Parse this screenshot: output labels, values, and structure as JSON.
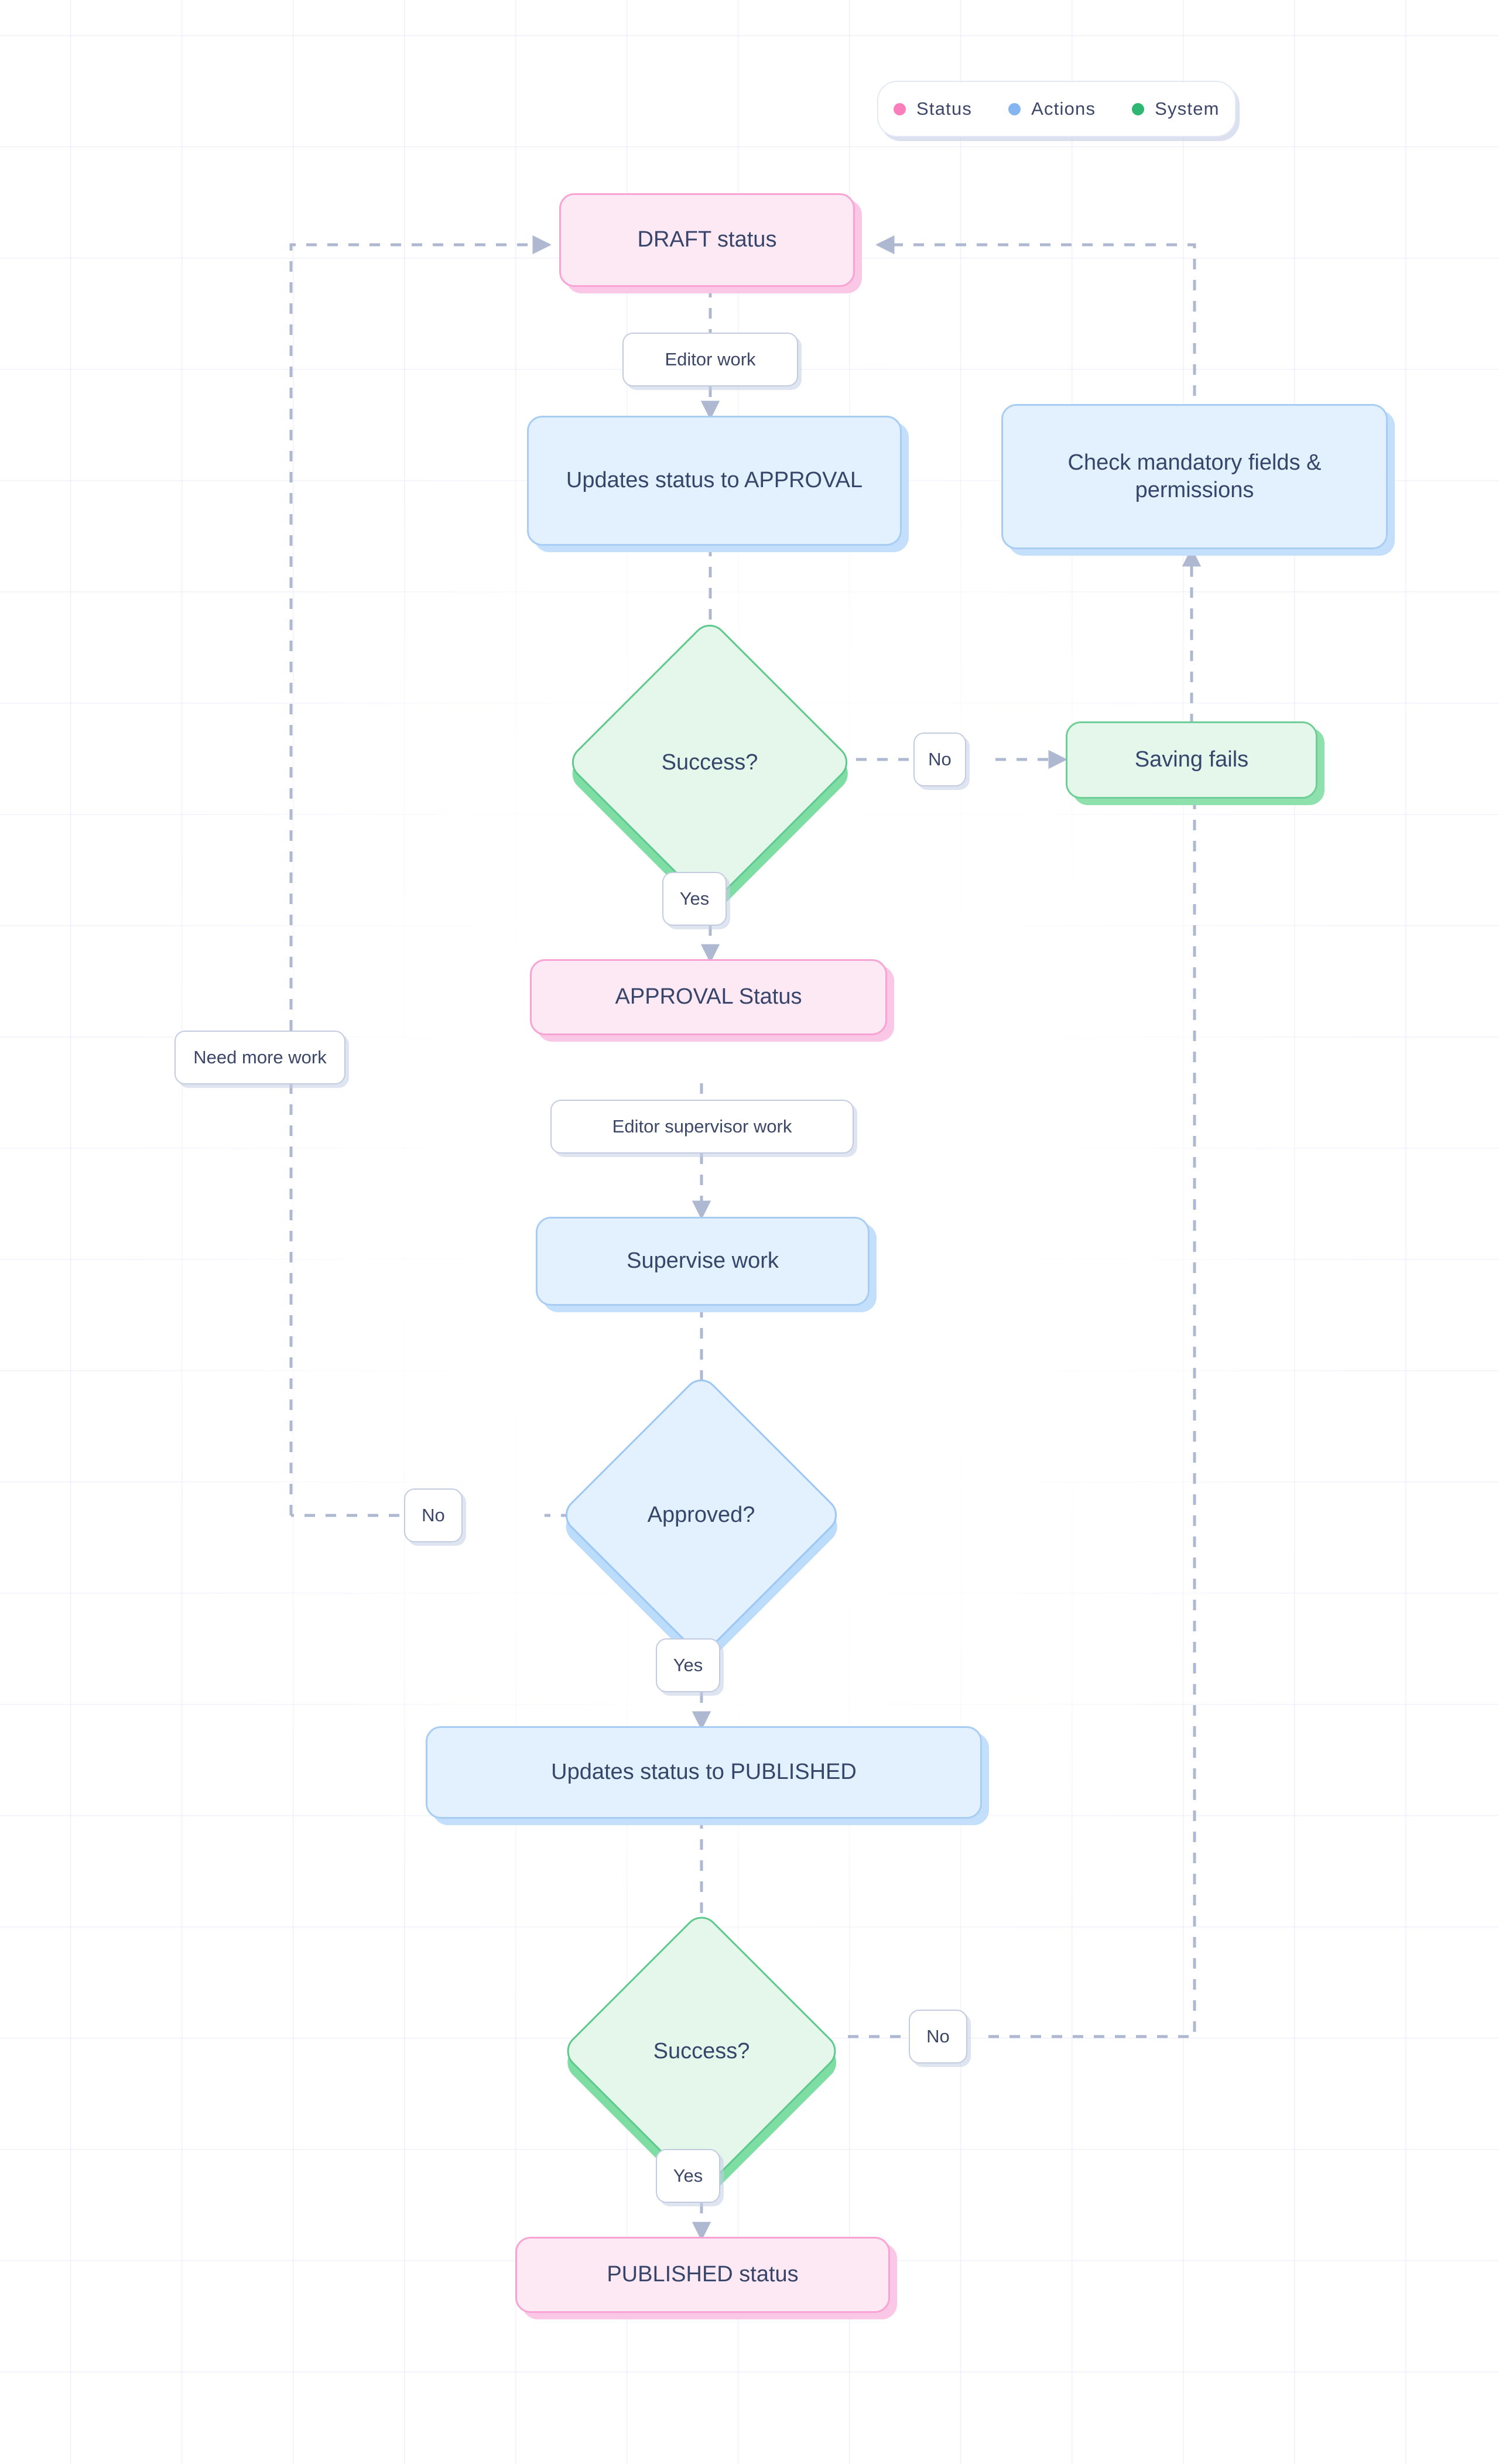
{
  "legend": {
    "items": [
      {
        "label": "Status",
        "color": "#f97ebb",
        "icon": "status-dot"
      },
      {
        "label": "Actions",
        "color": "#85b5f0",
        "icon": "actions-dot"
      },
      {
        "label": "System",
        "color": "#2eb673",
        "icon": "system-dot"
      }
    ]
  },
  "nodes": {
    "draft_status": {
      "label": "DRAFT status",
      "category": "Status"
    },
    "updates_approval": {
      "label": "Updates status to APPROVAL",
      "category": "Actions"
    },
    "check_mandatory": {
      "label": "Check mandatory fields & permissions",
      "category": "Actions"
    },
    "success_1": {
      "label": "Success?",
      "category": "System"
    },
    "saving_fails": {
      "label": "Saving fails",
      "category": "System"
    },
    "approval_status": {
      "label": "APPROVAL Status",
      "category": "Status"
    },
    "supervise_work": {
      "label": "Supervise work",
      "category": "Actions"
    },
    "approved": {
      "label": "Approved?",
      "category": "Actions"
    },
    "updates_published": {
      "label": "Updates status to PUBLISHED",
      "category": "Actions"
    },
    "success_2": {
      "label": "Success?",
      "category": "System"
    },
    "published_status": {
      "label": "PUBLISHED status",
      "category": "Status"
    }
  },
  "edge_labels": {
    "editor_work": "Editor work",
    "success1_no": "No",
    "success1_yes": "Yes",
    "need_more_work": "Need more work",
    "editor_supervisor_work": "Editor supervisor work",
    "approved_no": "No",
    "approved_yes": "Yes",
    "success2_no": "No",
    "success2_yes": "Yes"
  },
  "flow": {
    "type": "flowchart",
    "title": "",
    "edges": [
      {
        "from": "draft_status",
        "to": "updates_approval",
        "label": "Editor work"
      },
      {
        "from": "updates_approval",
        "to": "success_1",
        "label": ""
      },
      {
        "from": "success_1",
        "to": "saving_fails",
        "label": "No"
      },
      {
        "from": "success_1",
        "to": "approval_status",
        "label": "Yes"
      },
      {
        "from": "saving_fails",
        "to": "check_mandatory",
        "label": ""
      },
      {
        "from": "check_mandatory",
        "to": "draft_status",
        "label": ""
      },
      {
        "from": "approval_status",
        "to": "supervise_work",
        "label": "Editor supervisor work"
      },
      {
        "from": "supervise_work",
        "to": "approved",
        "label": ""
      },
      {
        "from": "approved",
        "to": "draft_status",
        "label": "No / Need more work"
      },
      {
        "from": "approved",
        "to": "updates_published",
        "label": "Yes"
      },
      {
        "from": "updates_published",
        "to": "success_2",
        "label": ""
      },
      {
        "from": "success_2",
        "to": "check_mandatory",
        "label": "No"
      },
      {
        "from": "success_2",
        "to": "published_status",
        "label": "Yes"
      }
    ]
  },
  "colors": {
    "status_fill": "#fde9f4",
    "status_border": "#f9a3d4",
    "actions_fill": "#e3f0fd",
    "actions_border": "#a8cdf5",
    "system_fill": "#e4f7ea",
    "system_border": "#5ec98c",
    "edge": "#aeb8d0",
    "text": "#38456b",
    "background": "#ffffff"
  }
}
